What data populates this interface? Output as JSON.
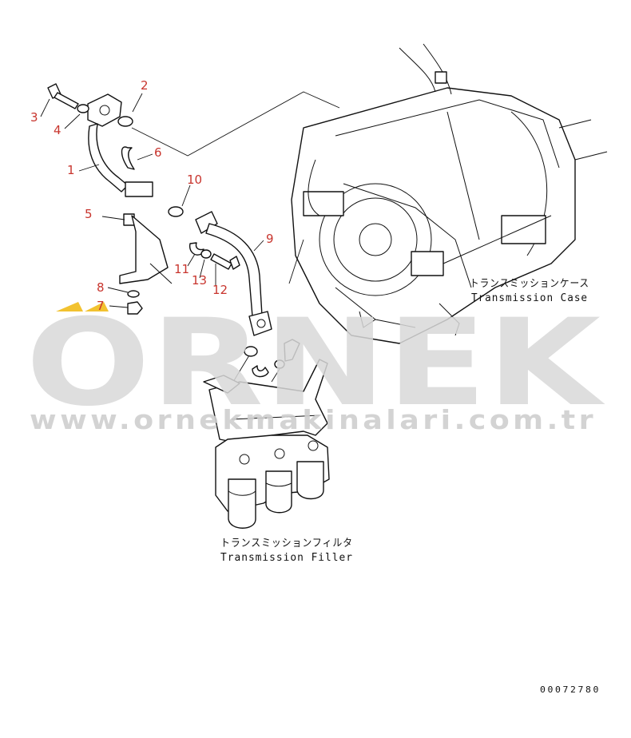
{
  "watermark": {
    "brand": "ORNEK",
    "url": "www.ornekmakinalari.com.tr",
    "accent_color": "#f2c230"
  },
  "callouts": [
    "1",
    "2",
    "3",
    "4",
    "5",
    "6",
    "7",
    "8",
    "9",
    "10",
    "11",
    "12",
    "13"
  ],
  "labels": {
    "transmission_case_jp": "トランスミッションケース",
    "transmission_case_en": "Transmission Case",
    "transmission_filter_jp": "トランスミッションフィルタ",
    "transmission_filter_en": "Transmission Filler"
  },
  "document_number": "00072780",
  "colors": {
    "callout": "#c8352e",
    "line": "#111111",
    "watermark": "#d9d9d9"
  }
}
